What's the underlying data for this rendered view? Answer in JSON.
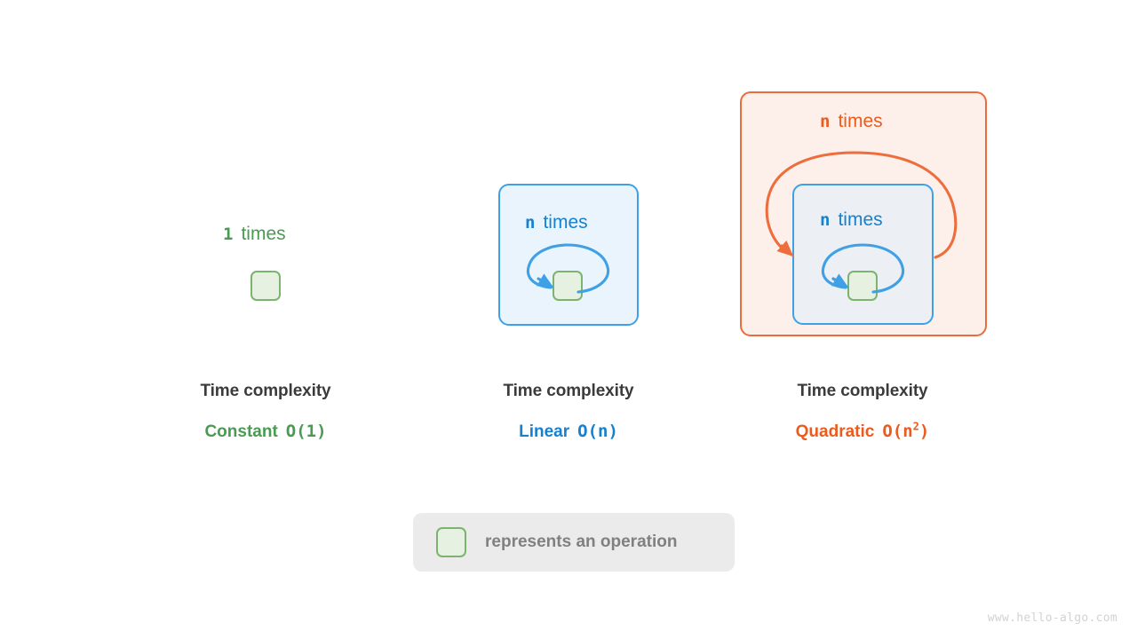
{
  "diagram": {
    "watermark": "www.hello-algo.com",
    "colors": {
      "green": "#4a9a52",
      "blue": "#1681cf",
      "orange": "#ec5b1e",
      "op_fill": "#e7f1e2",
      "op_stroke": "#7cb36f",
      "panel_blue_fill": "#eaf4fc",
      "panel_blue_stroke": "#3fa0e5",
      "panel_orange_fill": "#fdf0ea",
      "panel_orange_stroke": "#ec6b3c",
      "panel_inner_gray_fill": "#eceff4",
      "legend_bg": "#ebebeb",
      "title_text": "#3b3b3b",
      "legend_text": "#808080"
    },
    "columns": [
      {
        "id": "constant",
        "loop_count": "1",
        "loop_word": "times",
        "title": "Time complexity",
        "name": "Constant",
        "big_o": "O(1)",
        "big_o_base": "O(1)",
        "big_o_exp": ""
      },
      {
        "id": "linear",
        "loop_count": "n",
        "loop_word": "times",
        "title": "Time complexity",
        "name": "Linear",
        "big_o": "O(n)",
        "big_o_base": "O(n)",
        "big_o_exp": ""
      },
      {
        "id": "quadratic",
        "outer_loop_count": "n",
        "outer_loop_word": "times",
        "inner_loop_count": "n",
        "inner_loop_word": "times",
        "title": "Time complexity",
        "name": "Quadratic",
        "big_o": "O(n^2)",
        "big_o_base": "O(n",
        "big_o_exp": "2",
        "big_o_tail": ")"
      }
    ],
    "legend": {
      "text": "represents an operation",
      "swatch_icon": "operation-square-icon"
    }
  }
}
